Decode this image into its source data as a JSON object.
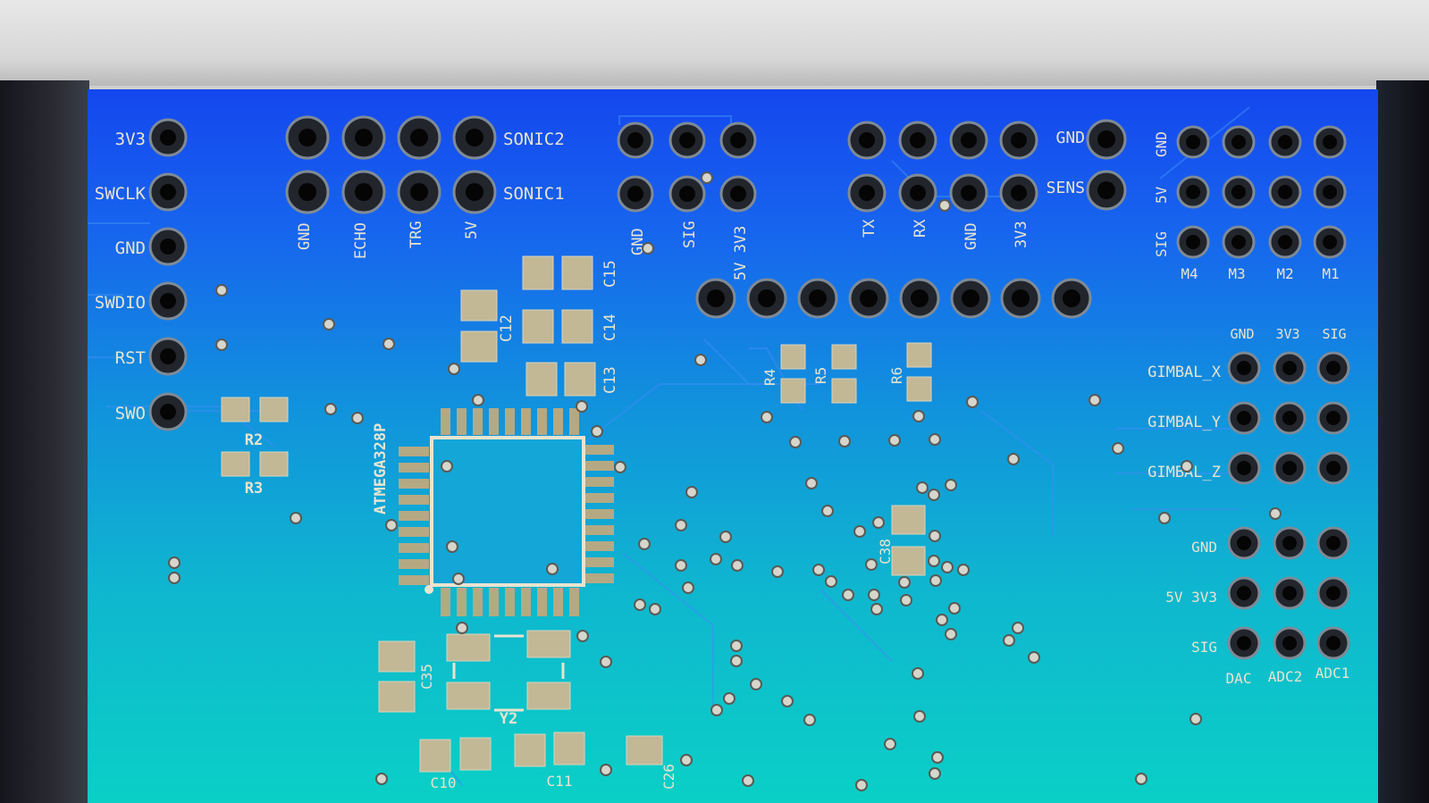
{
  "pcb": {
    "chip_label": "ATMEGA328P",
    "left_header": [
      "3V3",
      "SWCLK",
      "GND",
      "SWDIO",
      "RST",
      "SWO"
    ],
    "sonic_labels": [
      "SONIC2",
      "SONIC1"
    ],
    "sonic_pins": [
      "GND",
      "ECHO",
      "TRG",
      "5V"
    ],
    "servo_pins": [
      "GND",
      "SIG",
      "5V 3V3"
    ],
    "uart_pins": [
      "TX",
      "RX",
      "GND",
      "3V3"
    ],
    "sens_labels": [
      "GND",
      "SENS"
    ],
    "motor_rows": [
      "GND",
      "5V",
      "SIG"
    ],
    "motor_cols": [
      "M4",
      "M3",
      "M2",
      "M1"
    ],
    "gimbal_header": [
      "GND",
      "3V3",
      "SIG"
    ],
    "gimbal_rows": [
      "GIMBAL_X",
      "GIMBAL_Y",
      "GIMBAL_Z"
    ],
    "adc_rows": [
      "GND",
      "5V 3V3",
      "SIG"
    ],
    "adc_cols": [
      "DAC",
      "ADC2",
      "ADC1"
    ],
    "components": {
      "r2": "R2",
      "r3": "R3",
      "r4": "R4",
      "r5": "R5",
      "r6": "R6",
      "c12": "C12",
      "c13": "C13",
      "c14": "C14",
      "c15": "C15",
      "c35": "C35",
      "c38": "C38",
      "y2": "Y2",
      "c10": "C10",
      "c11": "C11",
      "c26": "C26"
    },
    "colors": {
      "board_top": "#1447ee",
      "board_bottom": "#0ad0c6",
      "silkscreen": "#e9e4cf",
      "pad": "#b7aa86"
    }
  }
}
